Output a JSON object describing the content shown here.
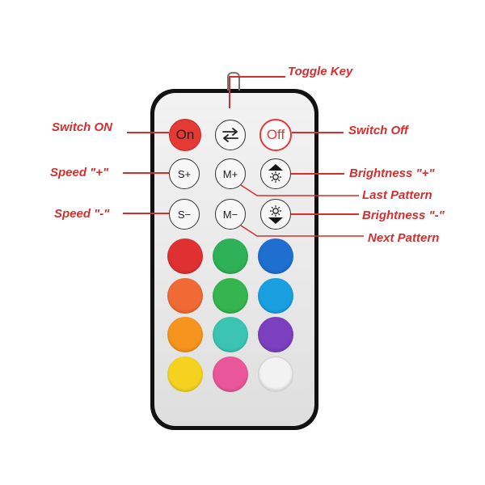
{
  "callouts": {
    "toggle_key": "Toggle Key",
    "switch_on": "Switch ON",
    "switch_off": "Switch Off",
    "speed_plus": "Speed \"+\"",
    "speed_minus": "Speed \"-\"",
    "brightness_plus": "Brightness \"+\"",
    "brightness_minus": "Brightness \"-\"",
    "last_pattern": "Last Pattern",
    "next_pattern": "Next Pattern"
  },
  "buttons": {
    "on": "On",
    "off": "Off",
    "speed_plus": "S+",
    "speed_minus": "S−",
    "mode_plus": "M+",
    "mode_minus": "M−"
  },
  "icons": {
    "toggle": "swap-arrows-icon",
    "brightness_up": "brightness-up-icon",
    "brightness_down": "brightness-down-icon"
  },
  "colors": {
    "accent": "#d32f2f",
    "on_button": "#e53935",
    "body": "#111111"
  },
  "color_buttons": [
    "#e03131",
    "#2fb15a",
    "#1f6fd1",
    "#f06a35",
    "#35b54f",
    "#1a9fe0",
    "#f5951f",
    "#3cc4b3",
    "#7b3fbf",
    "#f4d320",
    "#e9579a",
    "#f2f2f2"
  ]
}
